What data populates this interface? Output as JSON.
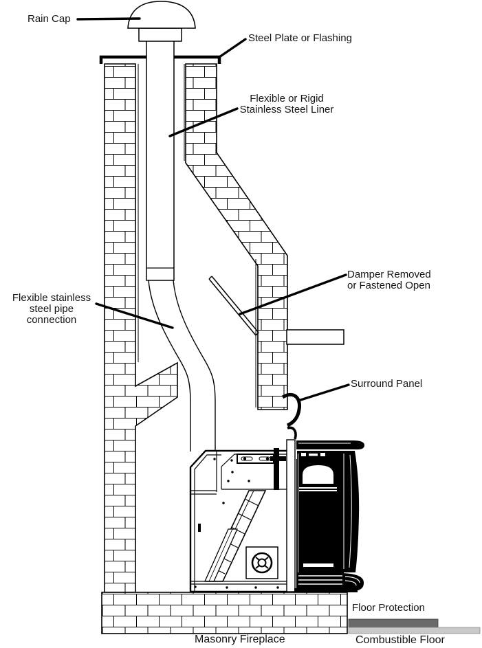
{
  "diagram": {
    "description": "Cross-section installation diagram of a pellet stove insert in a masonry fireplace",
    "labels": {
      "rain_cap": "Rain Cap",
      "steel_plate": "Steel Plate or Flashing",
      "liner_line1": "Flexible or Rigid",
      "liner_line2": "Stainless Steel Liner",
      "flex_line1": "Flexible stainless",
      "flex_line2": "steel pipe",
      "flex_line3": "connection",
      "damper_line1": "Damper Removed",
      "damper_line2": "or Fastened Open",
      "surround_panel": "Surround Panel",
      "floor_protection": "Floor Protection",
      "masonry_fireplace": "Masonry Fireplace",
      "combustible_floor": "Combustible Floor"
    },
    "colors": {
      "line": "#000000",
      "background": "#ffffff",
      "floor_protection_fill": "#6a6a6a",
      "combustible_floor_fill": "#c9c9c9"
    }
  }
}
